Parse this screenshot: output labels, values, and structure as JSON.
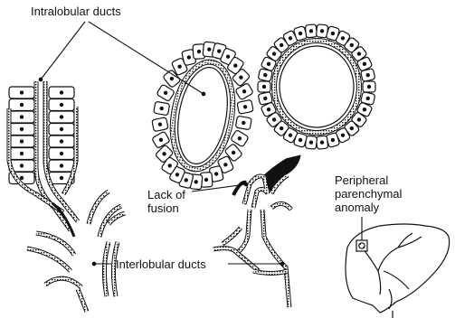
{
  "labels": {
    "intralobular_ducts": "Intralobular ducts",
    "lack_of_fusion_line1": "Lack of",
    "lack_of_fusion_line2": "fusion",
    "interlobular_ducts": "Interlobular ducts",
    "peripheral_line1": "Peripheral",
    "peripheral_line2": "parenchymal",
    "peripheral_line3": "anomaly"
  },
  "colors": {
    "ink": "#111111",
    "background": "#ffffff"
  }
}
